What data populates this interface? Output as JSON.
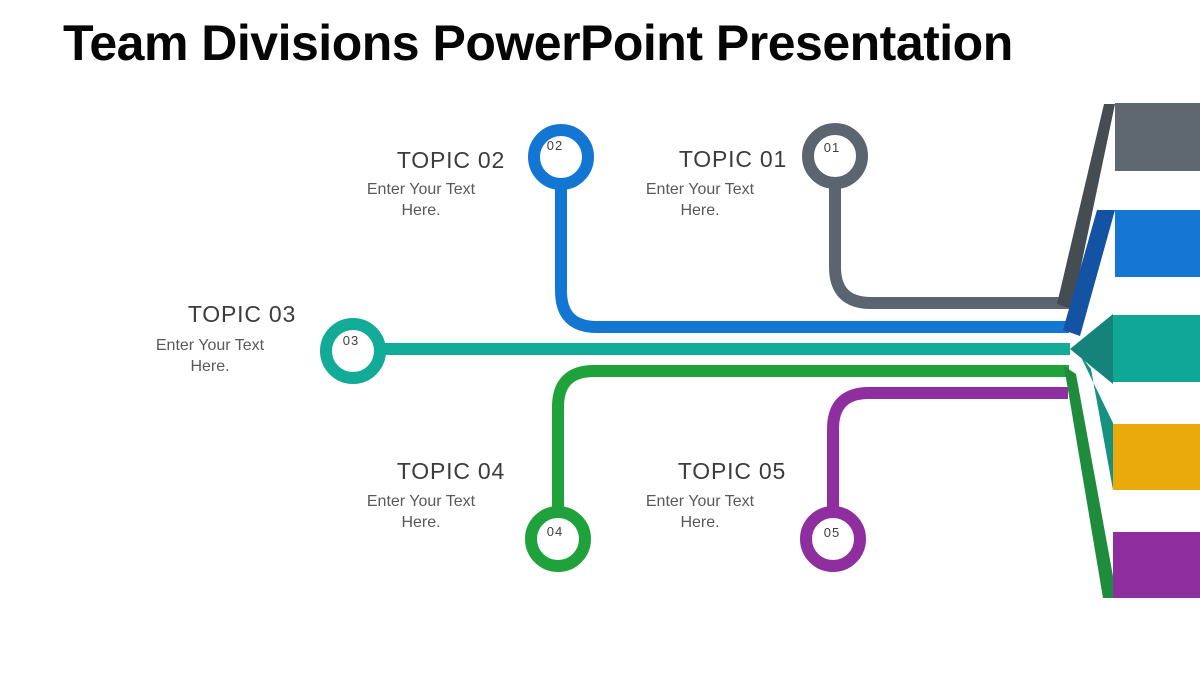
{
  "title": "Team Divisions PowerPoint Presentation",
  "topics": [
    {
      "id": "01",
      "label": "TOPIC 01",
      "body": "Enter Your Text Here.",
      "color": "#5A6570"
    },
    {
      "id": "02",
      "label": "TOPIC 02",
      "body": "Enter Your Text Here.",
      "color": "#1476D3"
    },
    {
      "id": "03",
      "label": "TOPIC 03",
      "body": "Enter Your Text Here.",
      "color": "#12AB97"
    },
    {
      "id": "04",
      "label": "TOPIC 04",
      "body": "Enter Your Text Here.",
      "color": "#1FA23C"
    },
    {
      "id": "05",
      "label": "TOPIC 05",
      "body": "Enter Your Text Here.",
      "color": "#8F2F9F"
    }
  ],
  "ribbons": {
    "gray": {
      "block": "#5F6870",
      "fold": "#454C52"
    },
    "blue": {
      "block": "#1577D3",
      "fold": "#1452A4"
    },
    "teal": {
      "block": "#10A796",
      "fold": "#15837A"
    },
    "yellow": {
      "block": "#EBAA0C",
      "fold": "#189181"
    },
    "purple": {
      "block": "#8E2D9D",
      "fold": "#1E8B3D"
    }
  },
  "text_colors": {
    "slide_title": "#060606",
    "topic_title": "#3C3C3C",
    "topic_body": "#595959",
    "circle_number": "#3F3F3F"
  }
}
